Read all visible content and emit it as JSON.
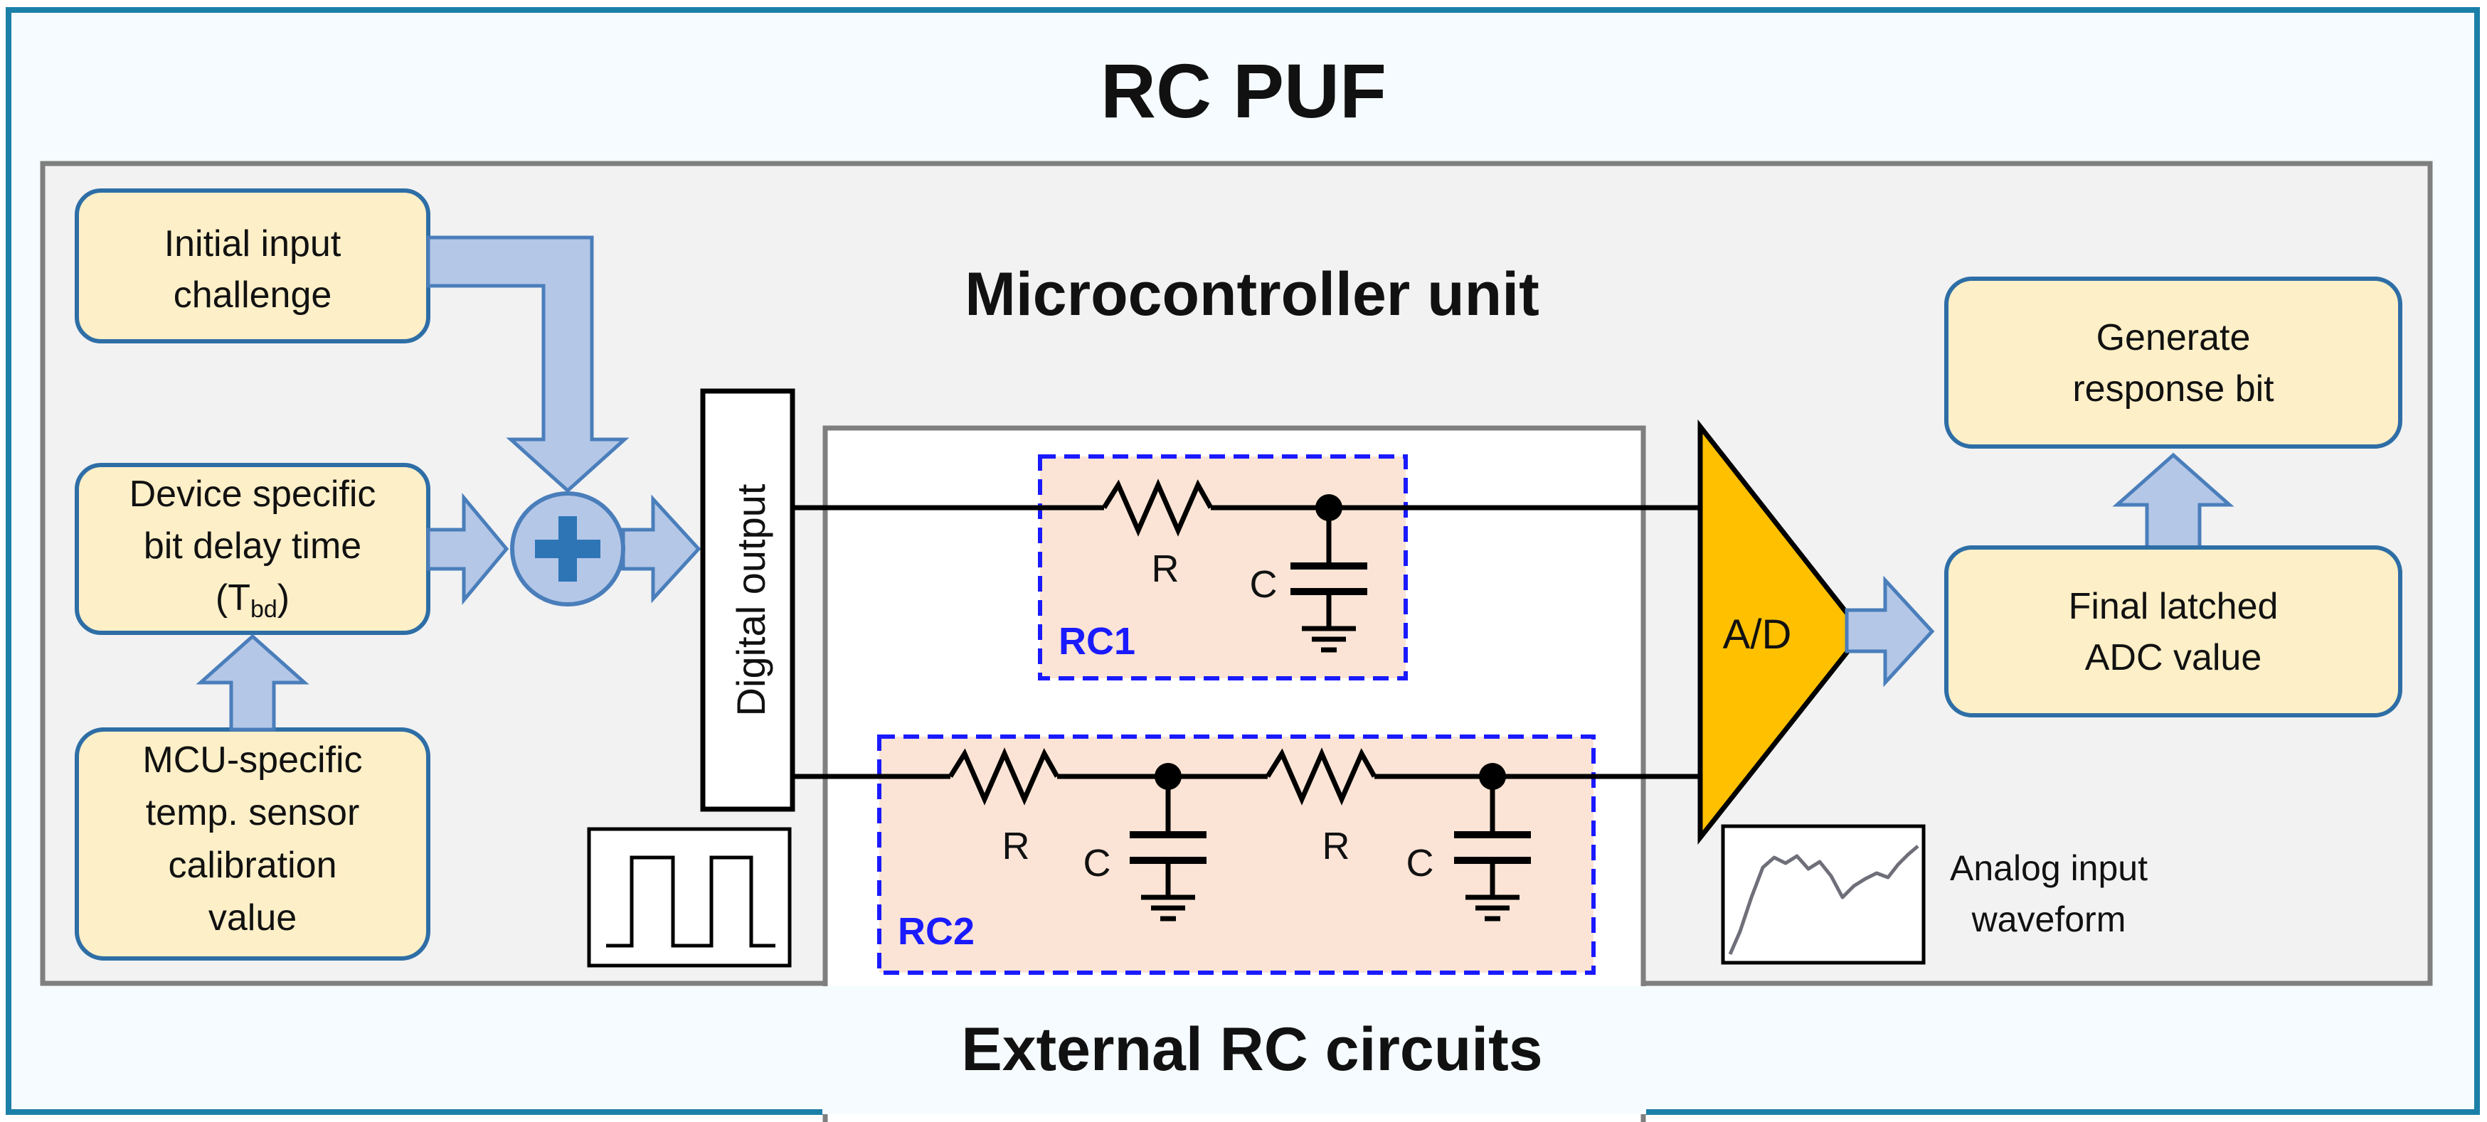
{
  "title": "RC PUF",
  "mcu_label": "Microcontroller unit",
  "external_label": "External RC circuits",
  "boxes": {
    "initial_challenge": [
      "Initial input",
      "challenge"
    ],
    "device_delay": [
      "Device specific",
      "bit delay time",
      "(T",
      "bd",
      ")"
    ],
    "mcu_calibration": [
      "MCU-specific",
      "temp. sensor",
      "calibration",
      "value"
    ],
    "generate_response": [
      "Generate",
      "response bit"
    ],
    "final_latched": [
      "Final latched",
      "ADC value"
    ]
  },
  "digital_output": "Digital output",
  "adc_label": "A/D",
  "rc1_label": "RC1",
  "rc2_label": "RC2",
  "resistor_label": "R",
  "capacitor_label": "C",
  "analog_caption": [
    "Analog input",
    "waveform"
  ],
  "colors": {
    "frame_border": "#1b7fa8",
    "frame_bg": "#f5fbfe",
    "mcu_bg": "#f2f2f2",
    "panel_border": "#7f7f7f",
    "box_fill": "#fdefc7",
    "box_border": "#2e6ea6",
    "arrow_fill": "#b4c7e7",
    "arrow_stroke": "#4a7ebb",
    "rc_fill": "#fbe4d5",
    "rc_border": "#1a1aff",
    "adc_fill": "#ffc000",
    "text": "#111111"
  }
}
